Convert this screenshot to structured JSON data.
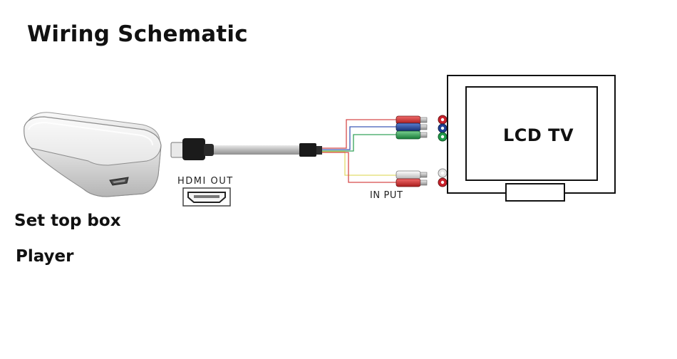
{
  "diagram": {
    "title": "Wiring Schematic",
    "source_device": {
      "line1": "Set top box",
      "line2": "Player"
    },
    "port_label": "HDMI OUT",
    "input_label": "IN PUT",
    "target_device": "LCD TV",
    "plug_colors": {
      "red": "#c8202a",
      "blue": "#1d3f94",
      "green": "#1f9a48",
      "white": "#d8d8d8"
    }
  }
}
